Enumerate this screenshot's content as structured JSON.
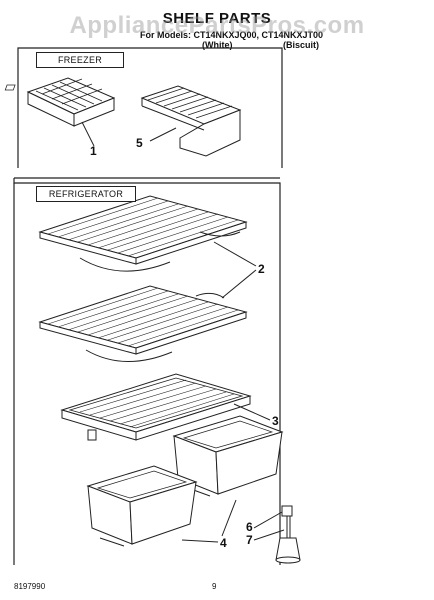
{
  "header": {
    "title": "SHELF PARTS",
    "models_text": "For Models: CT14NKXJQ00, CT14NKXJT00",
    "color_white": "(White)",
    "color_biscuit": "(Biscuit)"
  },
  "watermark": "AppliancePartsPros.com",
  "sections": {
    "freezer": "FREEZER",
    "refrigerator": "REFRIGERATOR"
  },
  "callouts": {
    "ice_tray": "1",
    "wire_shelves": "2",
    "crisper_cover": "3",
    "crisper_drawers": "4",
    "freezer_shelf": "5",
    "leveling_leg_a": "6",
    "leveling_leg_b": "7"
  },
  "footer": {
    "doc_number": "8197990",
    "page_number": "9"
  }
}
